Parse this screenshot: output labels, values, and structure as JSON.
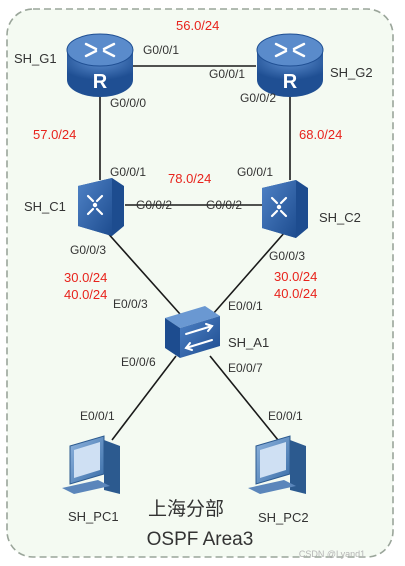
{
  "area": {
    "title_cn": "上海分部",
    "title_en": "OSPF Area3",
    "border_color": "#9aa59a",
    "fill_color": "#f4faf2"
  },
  "colors": {
    "subnet_red": "#e8231c",
    "label_gray": "#333333",
    "device_blue": "#2b5fa6",
    "pc_blue": "#3a6ea8"
  },
  "devices": {
    "g1": {
      "name": "SH_G1",
      "type": "router",
      "symbol": "R"
    },
    "g2": {
      "name": "SH_G2",
      "type": "router",
      "symbol": "R"
    },
    "c1": {
      "name": "SH_C1",
      "type": "l3-switch"
    },
    "c2": {
      "name": "SH_C2",
      "type": "l3-switch"
    },
    "a1": {
      "name": "SH_A1",
      "type": "l2-switch"
    },
    "pc1": {
      "name": "SH_PC1",
      "type": "pc"
    },
    "pc2": {
      "name": "SH_PC2",
      "type": "pc"
    }
  },
  "ports": {
    "g1_g001": "G0/0/1",
    "g1_g000": "G0/0/0",
    "g2_g001": "G0/0/1",
    "g2_g002": "G0/0/2",
    "c1_g001": "G0/0/1",
    "c1_g002": "G0/0/2",
    "c1_g003": "G0/0/3",
    "c2_g001": "G0/0/1",
    "c2_g002": "G0/0/2",
    "c2_g003": "G0/0/3",
    "a1_e003": "E0/0/3",
    "a1_e001": "E0/0/1",
    "a1_e006": "E0/0/6",
    "a1_e007": "E0/0/7",
    "pc1_e001": "E0/0/1",
    "pc2_e001": "E0/0/1"
  },
  "subnets": {
    "g1_g2": "56.0/24",
    "g1_c1": "57.0/24",
    "g2_c2": "68.0/24",
    "c1_c2": "78.0/24",
    "c1_a1_a": "30.0/24",
    "c1_a1_b": "40.0/24",
    "c2_a1_a": "30.0/24",
    "c2_a1_b": "40.0/24"
  },
  "watermark": "CSDN @Lyand1"
}
